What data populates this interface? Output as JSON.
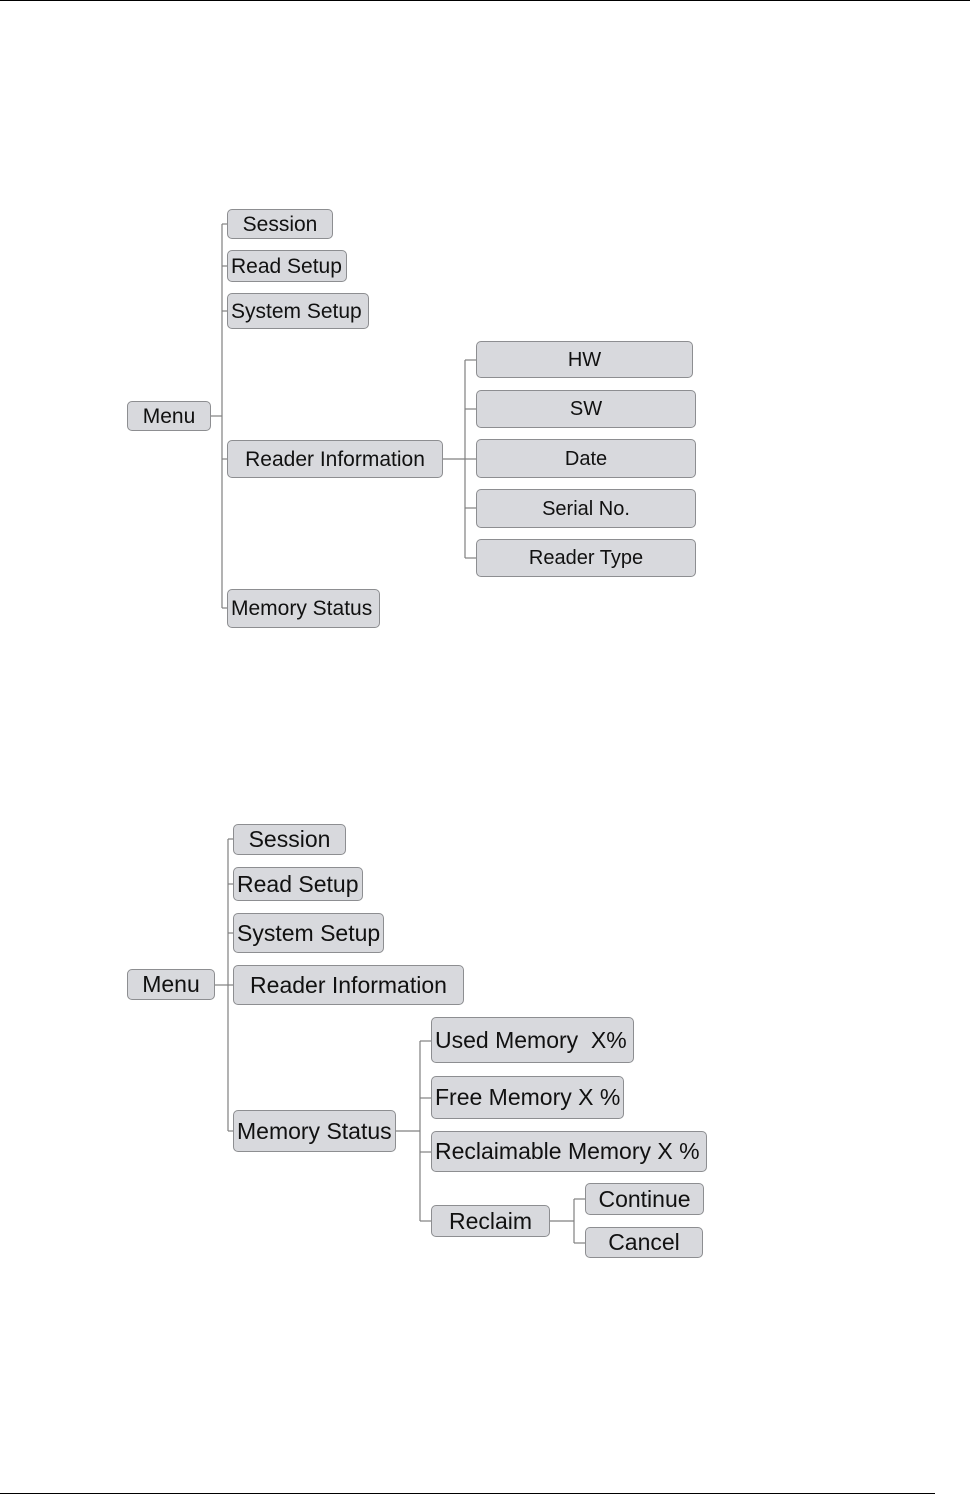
{
  "diagram_top": {
    "menu": "Menu",
    "children": [
      "Session",
      "Read Setup",
      "System Setup",
      "Reader Information",
      "Memory Status"
    ],
    "reader_information_children": [
      "HW",
      "SW",
      "Date",
      "Serial No.",
      "Reader Type"
    ]
  },
  "diagram_bottom": {
    "menu": "Menu",
    "children": [
      "Session",
      "Read Setup",
      "System Setup",
      "Reader Information",
      "Memory Status"
    ],
    "memory_status_children": [
      "Used Memory  X%",
      "Free Memory X %",
      "Reclaimable Memory X %",
      "Reclaim"
    ],
    "reclaim_children": [
      "Continue",
      "Cancel"
    ]
  }
}
